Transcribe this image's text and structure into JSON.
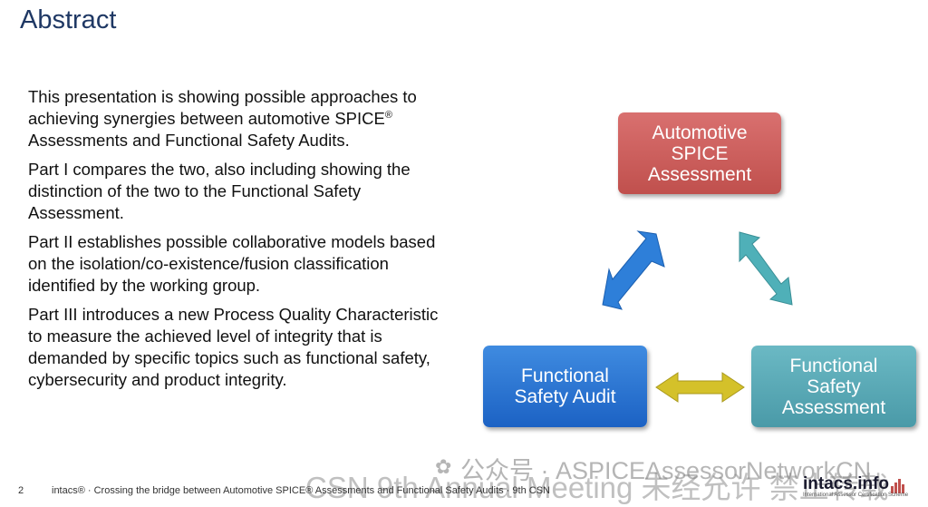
{
  "title": "Abstract",
  "paragraphs": [
    {
      "before": "This presentation is showing possible approaches to achieving synergies between automotive SPICE",
      "sup": "®",
      "after": "  Assessments and Functional Safety Audits."
    },
    {
      "text": "Part I compares the two, also including showing the distinction of the two to the Functional Safety Assessment."
    },
    {
      "text": "Part II establishes possible collaborative models based on the isolation/co-existence/fusion classification identified by the working group."
    },
    {
      "text": "Part III introduces a new Process Quality Characteristic to measure the achieved level of integrity that is demanded by specific topics such as functional safety, cybersecurity and product integrity."
    }
  ],
  "diagram": {
    "spice": "Automotive\nSPICE\nAssessment",
    "audit": "Functional\nSafety Audit",
    "assessment": "Functional\nSafety\nAssessment",
    "colors": {
      "spice": "#c0504d",
      "audit": "#1f6fd0",
      "assessment": "#4bacc6",
      "arrow_blue": "#2e7fd9",
      "arrow_teal": "#4fb0b8",
      "arrow_gold": "#d4c12a"
    }
  },
  "footer": {
    "page": "2",
    "text": "intacs® · Crossing the bridge between Automotive SPICE® Assessments and Functional Safety Audits · 9th CSN"
  },
  "watermark": {
    "line1": "公众号 · ASPICEAssessorNetworkCN",
    "line2": "CSN 9th Annual Meeting 未经允许 禁止转载"
  },
  "logo": {
    "name": "intacs.info",
    "subtitle": "International Assessor Certification Scheme"
  }
}
